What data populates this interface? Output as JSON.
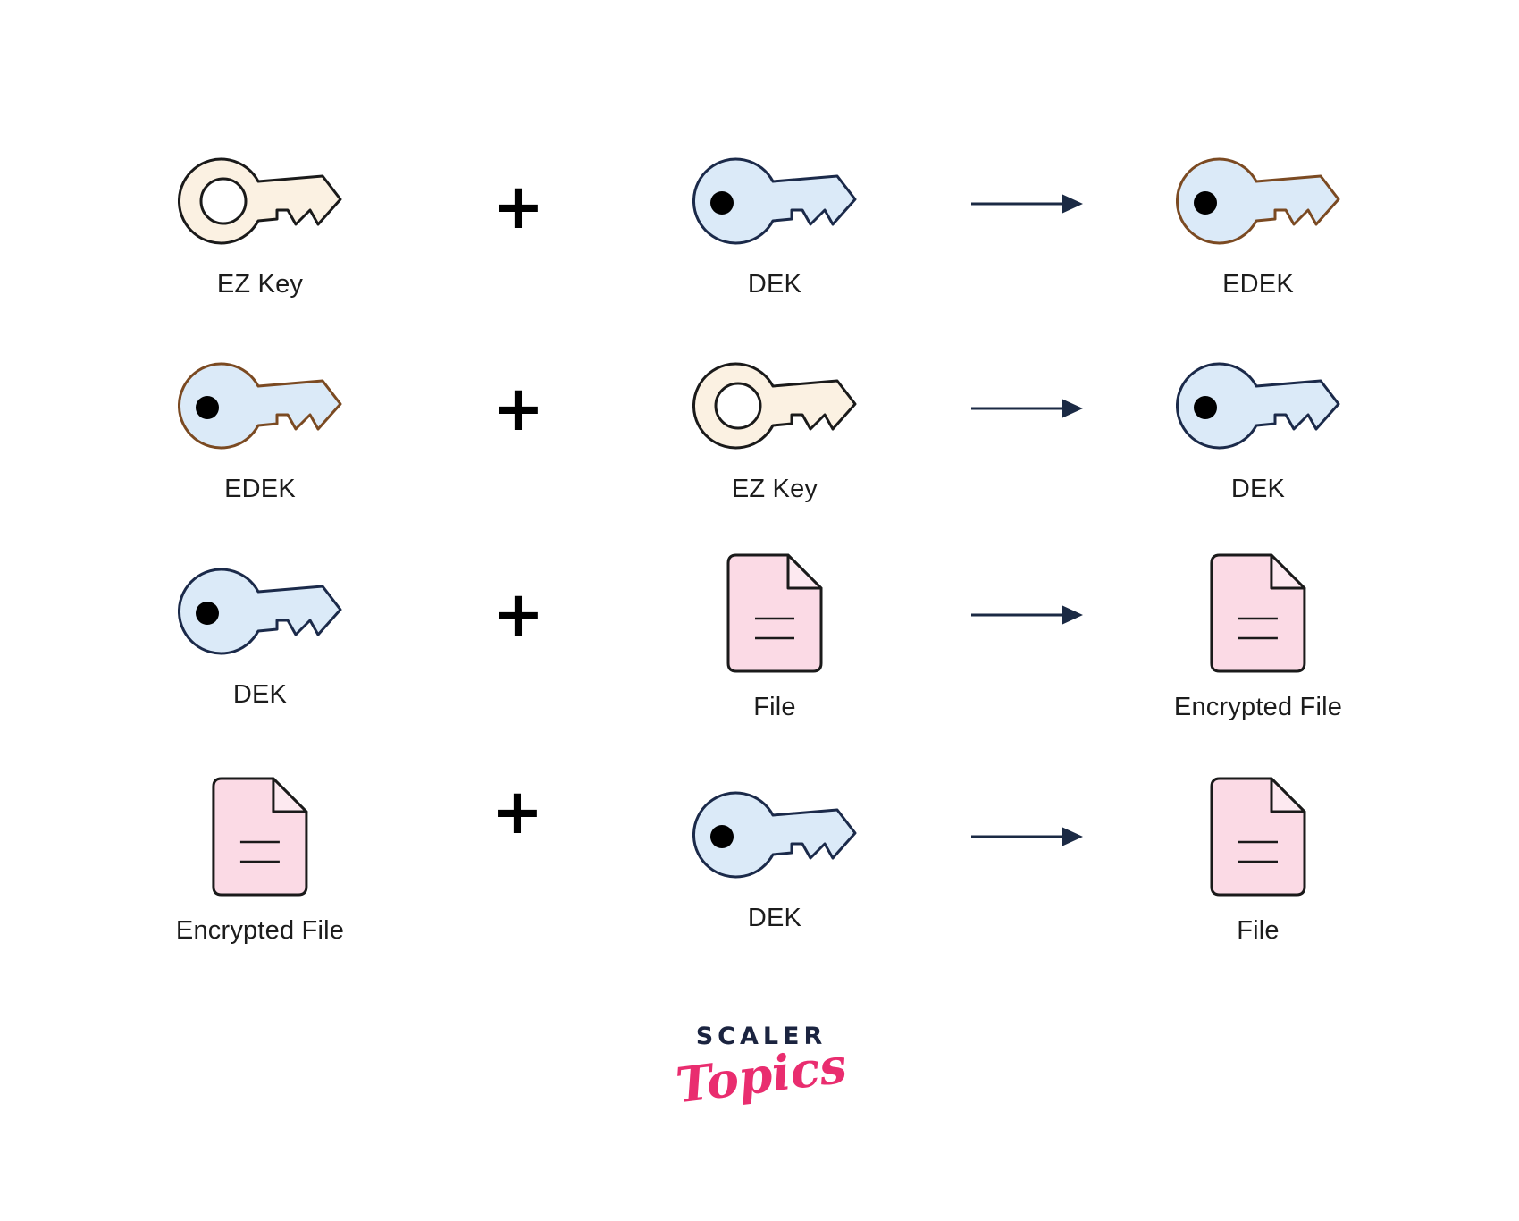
{
  "diagram": {
    "operator": "+",
    "rows": [
      {
        "left": {
          "icon": "key-cream-hollow",
          "label": "EZ Key"
        },
        "middle": {
          "icon": "key-blue-dot",
          "label": "DEK"
        },
        "result": {
          "icon": "key-blue-dot-brown",
          "label": "EDEK"
        }
      },
      {
        "left": {
          "icon": "key-blue-dot-brown",
          "label": "EDEK"
        },
        "middle": {
          "icon": "key-cream-hollow",
          "label": "EZ Key"
        },
        "result": {
          "icon": "key-blue-dot",
          "label": "DEK"
        }
      },
      {
        "left": {
          "icon": "key-blue-dot",
          "label": "DEK"
        },
        "middle": {
          "icon": "file-pink",
          "label": "File"
        },
        "result": {
          "icon": "file-pink",
          "label": "Encrypted File"
        }
      },
      {
        "left": {
          "icon": "file-pink",
          "label": "Encrypted File"
        },
        "middle": {
          "icon": "key-blue-dot",
          "label": "DEK"
        },
        "result": {
          "icon": "file-pink",
          "label": "File"
        }
      }
    ]
  },
  "logo": {
    "primary": "SCALER",
    "secondary": "Topics"
  },
  "colors": {
    "key_cream_fill": "#fbf1e2",
    "key_blue_fill": "#dbeaf8",
    "file_pink_fill": "#fbdae5",
    "file_fold_fill": "#fde9f0",
    "outline_dark": "#1a1a1a",
    "outline_navy": "#1b2a4a",
    "outline_brown": "#7b4a22",
    "arrow": "#1b2a44",
    "logo_navy": "#1b2440",
    "logo_pink": "#e92d6f"
  }
}
